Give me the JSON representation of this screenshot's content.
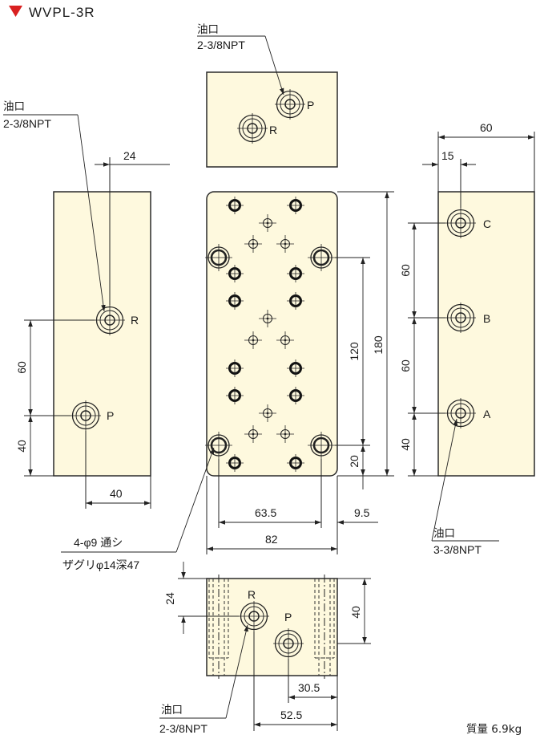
{
  "title": "WVPL-3R",
  "title_marker_color": "#d92020",
  "block_color": "#fef9de",
  "weight": "質量 6.9kg",
  "ports": {
    "top": {
      "note": "油口",
      "spec": "2-3/8NPT",
      "p": "P",
      "r": "R"
    },
    "left": {
      "note": "油口",
      "spec": "2-3/8NPT",
      "r": "R",
      "p": "P"
    },
    "right": {
      "c": "C",
      "b": "B",
      "a": "A",
      "note": "油口",
      "spec": "3-3/8NPT"
    },
    "bottom": {
      "r": "R",
      "p": "P",
      "note": "油口",
      "spec": "2-3/8NPT"
    }
  },
  "mount_holes": {
    "line1": "4-φ9 通シ",
    "line2": "ザグリφ14深47"
  },
  "dims": {
    "left_24": "24",
    "left_60": "60",
    "left_40_v": "40",
    "left_40_h": "40",
    "front_120": "120",
    "front_180": "180",
    "front_20": "20",
    "front_63_5": "63.5",
    "front_9_5": "9.5",
    "front_82": "82",
    "right_60_h": "60",
    "right_15": "15",
    "right_60_a": "60",
    "right_60_b": "60",
    "right_40": "40",
    "bottom_24": "24",
    "bottom_40": "40",
    "bottom_30_5": "30.5",
    "bottom_52_5": "52.5"
  }
}
